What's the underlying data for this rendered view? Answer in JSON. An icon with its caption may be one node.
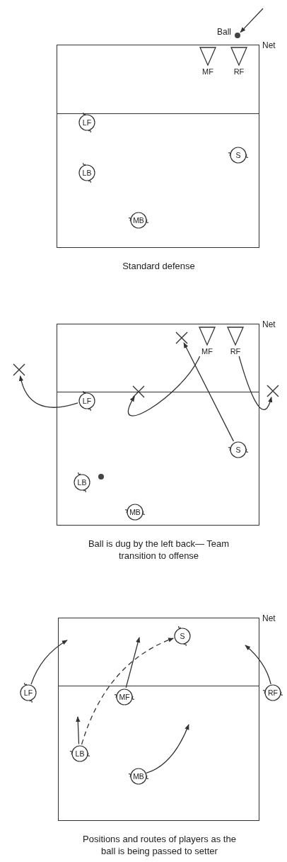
{
  "diagram": {
    "nodes": [
      {
        "text": [],
        "shape": "box",
        "beside": [
          "Net",
          "Standard defense"
        ]
      },
      {
        "text": [],
        "shape": "circle",
        "beside": [
          "Ball"
        ]
      },
      {
        "text": [
          "MF"
        ],
        "in": 0
      },
      {
        "text": [
          "RF"
        ],
        "in": 0
      },
      {
        "text": [
          "LF"
        ],
        "in": 0
      },
      {
        "text": [
          "S"
        ],
        "in": 0
      },
      {
        "text": [
          "LB"
        ],
        "in": 0
      },
      {
        "text": [
          "MB"
        ],
        "in": 0
      },
      {
        "text": [],
        "shape": "box",
        "beside": [
          "Net",
          "Ball is dug by the left back— Team transition to offense"
        ]
      },
      {
        "text": [],
        "shape": "cross",
        "in": 8
      },
      {
        "text": [
          "MF"
        ],
        "in": 8
      },
      {
        "text": [
          "RF"
        ],
        "in": 8
      },
      {
        "text": [],
        "shape": "cross"
      },
      {
        "text": [],
        "shape": "cross",
        "in": 8
      },
      {
        "text": [],
        "shape": "cross"
      },
      {
        "text": [
          "LF"
        ],
        "in": 8
      },
      {
        "text": [
          "S"
        ],
        "in": 8
      },
      {
        "text": [],
        "shape": "circle",
        "in": 8
      },
      {
        "text": [
          "LB"
        ],
        "in": 8
      },
      {
        "text": [
          "MB"
        ],
        "in": 8
      },
      {
        "text": [],
        "shape": "box",
        "beside": [
          "Net",
          "Positions and routes of players as the ball is being passed to setter"
        ]
      },
      {
        "text": [
          "S"
        ],
        "in": 20
      },
      {
        "text": [
          "LF"
        ]
      },
      {
        "text": [
          "MF"
        ],
        "in": 20
      },
      {
        "text": [
          "RF"
        ]
      },
      {
        "text": [
          "LB"
        ],
        "in": 20
      },
      {
        "text": [
          "MB"
        ],
        "in": 20
      }
    ],
    "edges": [
      {
        "from": null,
        "to": 1,
        "arrow": "to"
      },
      {
        "from": 15,
        "to": 12,
        "arrow": "to"
      },
      {
        "from": 10,
        "to": 13,
        "arrow": "to"
      },
      {
        "from": 16,
        "to": 9,
        "arrow": "to"
      },
      {
        "from": 11,
        "to": 14,
        "arrow": "to"
      },
      {
        "from": 22,
        "to": 20,
        "arrow": "to"
      },
      {
        "from": 23,
        "to": null,
        "arrow": "to"
      },
      {
        "from": 25,
        "to": 21,
        "arrow": "to",
        "style": "dashed"
      },
      {
        "from": 25,
        "to": null,
        "arrow": "to"
      },
      {
        "from": 26,
        "to": null,
        "arrow": "to"
      },
      {
        "from": 24,
        "to": 20,
        "arrow": "to"
      }
    ]
  }
}
